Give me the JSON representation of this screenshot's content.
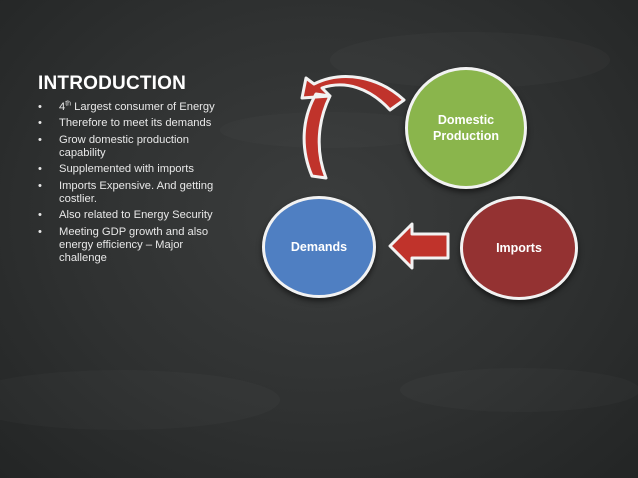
{
  "slide": {
    "title": "INTRODUCTION",
    "bullets": [
      {
        "sup_prefix": "4",
        "sup": "th",
        "text": " Largest consumer of Energy"
      },
      {
        "text": "Therefore to meet its demands"
      },
      {
        "text": "Grow domestic production capability"
      },
      {
        "text": "Supplemented with imports"
      },
      {
        "text": "Imports Expensive. And getting costlier."
      },
      {
        "text": "Also related to Energy Security"
      },
      {
        "text": "Meeting GDP growth and also energy efficiency – Major challenge"
      }
    ]
  },
  "diagram": {
    "domestic": {
      "line1": "Domestic",
      "line2": "Production",
      "color": "#8ab54c"
    },
    "demands": {
      "label": "Demands",
      "color": "#4f7fc2"
    },
    "imports": {
      "label": "Imports",
      "color": "#943232"
    },
    "arrow_color": "#c0332b"
  },
  "theme": {
    "background": "#2f3131",
    "text": "#ffffff"
  }
}
